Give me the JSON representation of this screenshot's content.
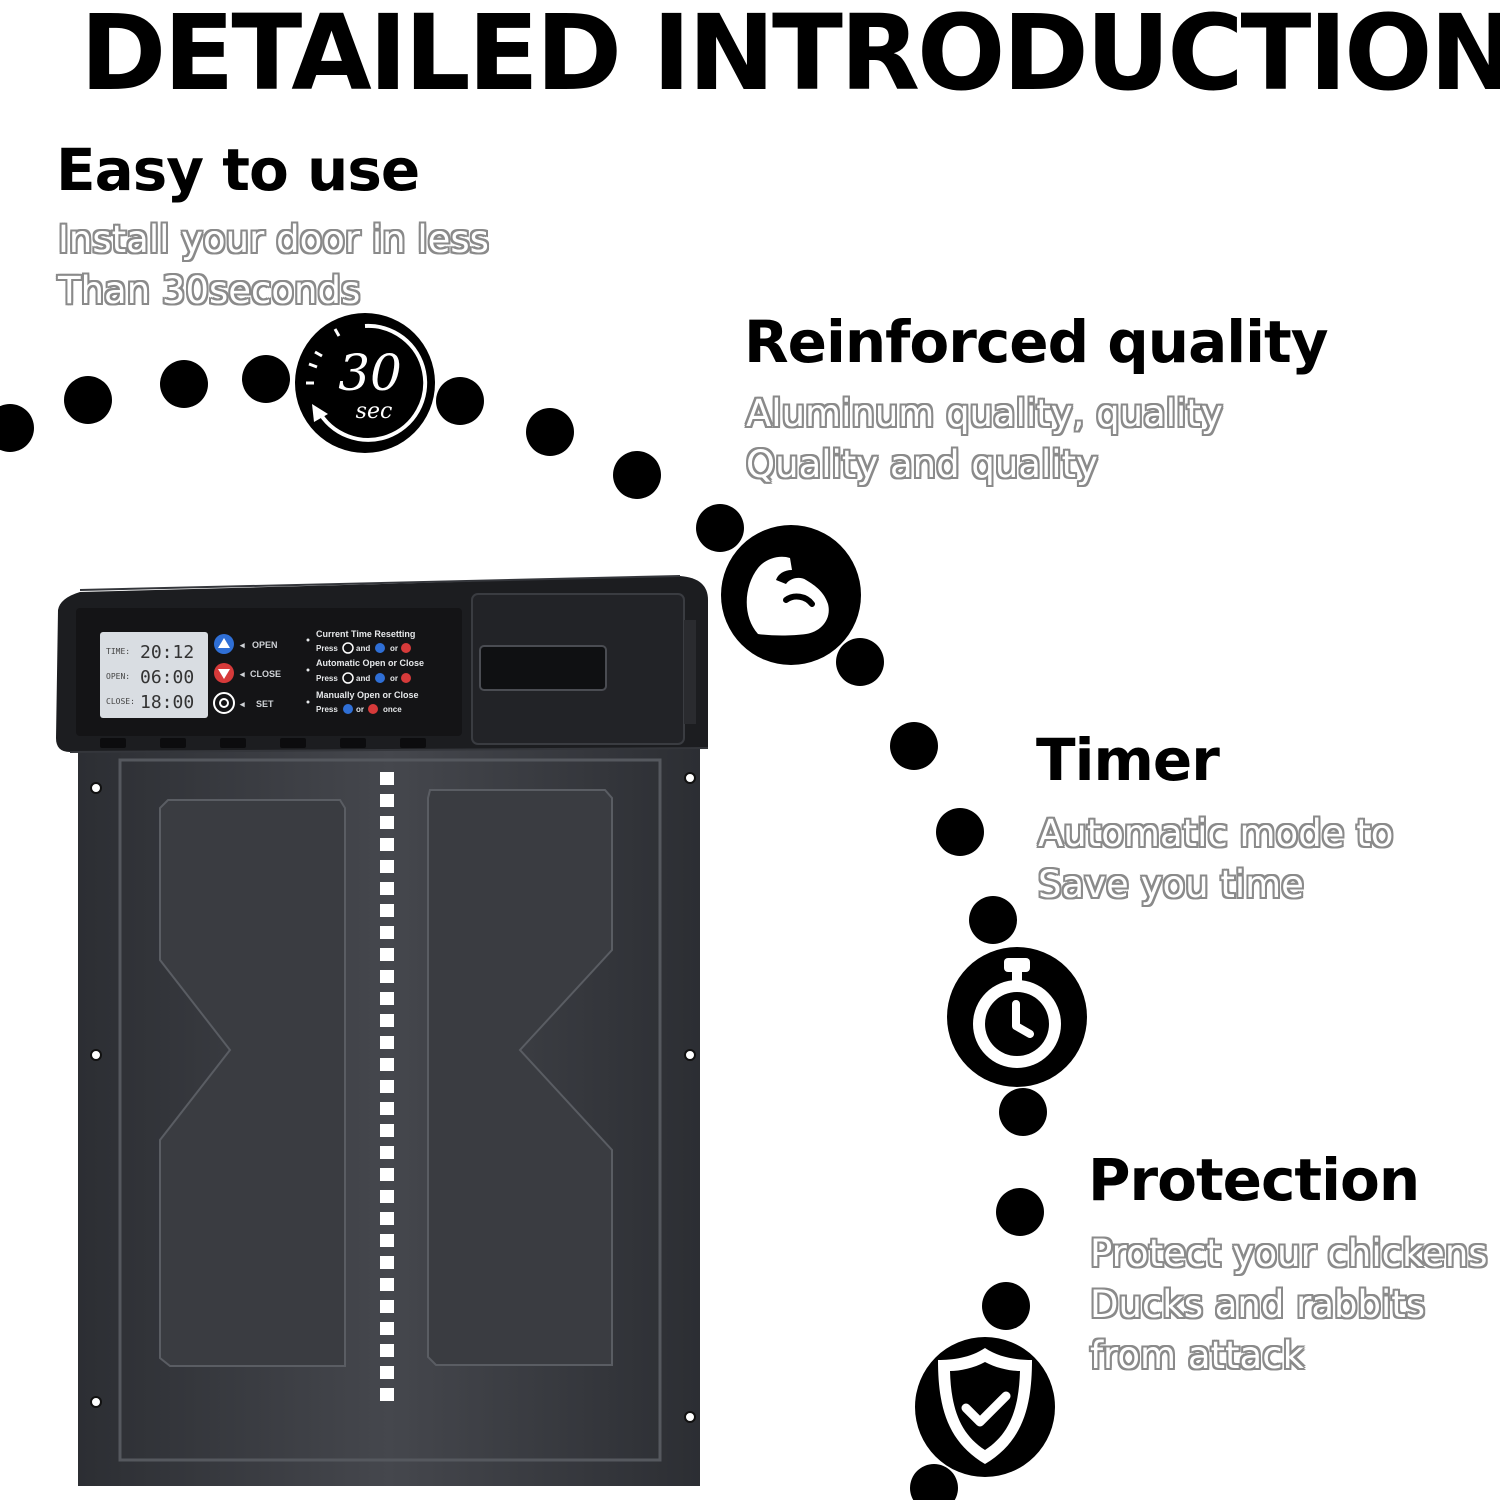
{
  "title": "DETAILED INTRODUCTION",
  "features": [
    {
      "title": "Easy to use",
      "desc": [
        "Install your door in less",
        "Than 30seconds"
      ],
      "icon": "30-sec-timer-icon"
    },
    {
      "title": "Reinforced quality",
      "desc": [
        "Aluminum quality, quality",
        "Quality and quality"
      ],
      "icon": "flexed-arm-icon"
    },
    {
      "title": "Timer",
      "desc": [
        "Automatic mode to",
        "Save you time"
      ],
      "icon": "stopwatch-icon"
    },
    {
      "title": "Protection",
      "desc": [
        "Protect your chickens",
        "Ducks and rabbits",
        "from attack"
      ],
      "icon": "shield-check-icon"
    }
  ],
  "timer_badge": {
    "number": "30",
    "unit": "sec"
  },
  "door": {
    "lcd": {
      "rows": [
        {
          "label": "TIME:",
          "value": "20:12"
        },
        {
          "label": "OPEN:",
          "value": "06:00"
        },
        {
          "label": "CLOSE:",
          "value": "18:00"
        }
      ]
    },
    "buttons": [
      {
        "label": "OPEN",
        "icon": "up-arrow-icon",
        "color": "#2f6fd6"
      },
      {
        "label": "CLOSE",
        "icon": "down-arrow-icon",
        "color": "#d63a3a"
      },
      {
        "label": "SET",
        "icon": "gear-icon",
        "color": "#ffffff"
      }
    ],
    "instructions": [
      {
        "heading": "Current Time Resetting",
        "line": [
          "Press",
          "and",
          "or"
        ]
      },
      {
        "heading": "Automatic Open or Close",
        "line": [
          "Press",
          "and",
          "or"
        ]
      },
      {
        "heading": "Manually Open or Close",
        "line": [
          "Press",
          "or",
          "once"
        ]
      }
    ],
    "colors": {
      "body": "#3d3f44",
      "panel": "#141416",
      "lcd": "#d9dde2",
      "lights": "#ffffff"
    }
  }
}
